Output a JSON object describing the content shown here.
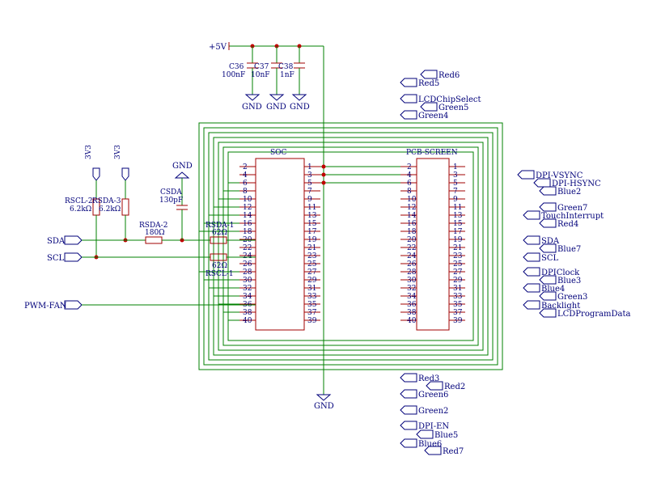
{
  "power": {
    "vcc": "+5V",
    "gnd": "GND",
    "v33": "3V3"
  },
  "caps": [
    {
      "ref": "C36",
      "val": "100nF"
    },
    {
      "ref": "C37",
      "val": "10nF"
    },
    {
      "ref": "C38",
      "val": "1nF"
    }
  ],
  "ic_soc": {
    "name": "SOC"
  },
  "ic_screen": {
    "name": "PCB-SCREEN"
  },
  "soc_left_pins": [
    "2",
    "4",
    "6",
    "8",
    "10",
    "12",
    "14",
    "16",
    "18",
    "20",
    "22",
    "24",
    "26",
    "28",
    "30",
    "32",
    "34",
    "36",
    "38",
    "40"
  ],
  "soc_right_pins": [
    "1",
    "3",
    "5",
    "7",
    "9",
    "11",
    "13",
    "15",
    "17",
    "19",
    "21",
    "23",
    "25",
    "27",
    "29",
    "31",
    "33",
    "35",
    "37",
    "39"
  ],
  "resistors": {
    "rscl2": {
      "ref": "RSCL-2",
      "val": "6.2kΩ"
    },
    "rsda3": {
      "ref": "RSDA-3",
      "val": "6.2kΩ"
    },
    "rsda2": {
      "ref": "RSDA-2",
      "val": "180Ω"
    },
    "rsda1": {
      "ref": "RSDA-1",
      "val": "62Ω"
    },
    "rscl1": {
      "ref": "RSCL-1",
      "val": "62Ω"
    }
  },
  "csda": {
    "ref": "CSDA",
    "val": "130pF"
  },
  "ports_left": [
    "SDA",
    "SCL",
    "PWM-FAN"
  ],
  "nets_right": [
    "Red6",
    "Red5",
    "LCDChipSelect",
    "Green5",
    "Green4",
    "DPI-VSYNC",
    "DPI-HSYNC",
    "Blue2",
    "Green7",
    "TouchInterrupt",
    "Red4",
    "SDA",
    "Blue7",
    "SCL",
    "DPIClock",
    "Blue3",
    "Blue4",
    "Green3",
    "Backlight",
    "LCDProgramData"
  ],
  "nets_bottom": [
    "Red3",
    "Red2",
    "Green6",
    "Green2",
    "DPI-EN",
    "Blue5",
    "Blue6",
    "Red7"
  ]
}
